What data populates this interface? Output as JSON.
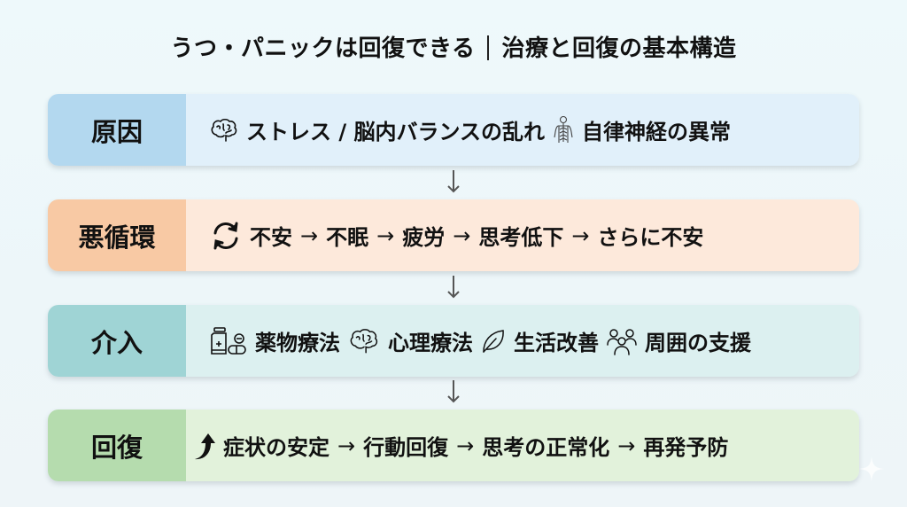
{
  "title": {
    "left": "うつ・パニックは回復できる",
    "right": "治療と回復の基本構造"
  },
  "rows": [
    {
      "label": "原因",
      "colors": {
        "label_bg": "#b3d8ef",
        "body_bg": "#e1f0fa"
      },
      "items": [
        {
          "icon": "brain-icon",
          "text": "ストレス / 脳内バランスの乱れ"
        },
        {
          "icon": "nervous-system-icon",
          "text": "自律神経の異常"
        }
      ]
    },
    {
      "label": "悪循環",
      "colors": {
        "label_bg": "#f8c9a4",
        "body_bg": "#fde9db"
      },
      "icon": "cycle-icon",
      "flow": [
        "不安",
        "不眠",
        "疲労",
        "思考低下",
        "さらに不安"
      ]
    },
    {
      "label": "介入",
      "colors": {
        "label_bg": "#9fd4d5",
        "body_bg": "#dcf0f0"
      },
      "items": [
        {
          "icon": "medicine-icon",
          "text": "薬物療法"
        },
        {
          "icon": "brain-icon",
          "text": "心理療法"
        },
        {
          "icon": "leaf-icon",
          "text": "生活改善"
        },
        {
          "icon": "people-icon",
          "text": "周囲の支援"
        }
      ]
    },
    {
      "label": "回復",
      "colors": {
        "label_bg": "#b5dcae",
        "body_bg": "#e2f2db"
      },
      "icon": "rising-arrow-icon",
      "flow": [
        "症状の安定",
        "行動回復",
        "思考の正常化",
        "再発予防"
      ]
    }
  ],
  "flow_arrow": "→"
}
